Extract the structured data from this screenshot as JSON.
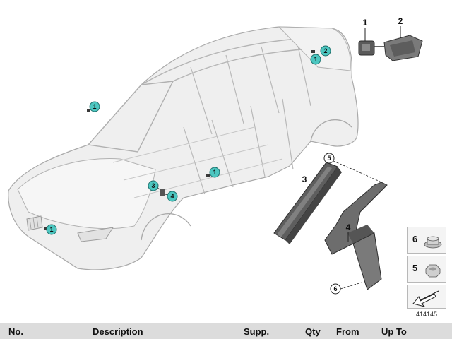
{
  "callouts": {
    "roof_1": "1",
    "roof_2": "2",
    "a_pillar_1": "1",
    "center_1": "1",
    "grille_1": "1",
    "mount_3": "3",
    "mount_4": "4"
  },
  "part_numbers": {
    "p1": "1",
    "p2": "2",
    "p3": "3",
    "p4": "4",
    "p5": "5",
    "p6": "6"
  },
  "legend": {
    "nut_6": "6",
    "nut_5": "5"
  },
  "diagram_id": "414145",
  "table_header": {
    "no": "No.",
    "description": "Description",
    "supp": "Supp.",
    "qty": "Qty",
    "from": "From",
    "up_to": "Up To"
  },
  "colors": {
    "callout_fill": "#4cc6c0",
    "body_fill": "#ececec",
    "body_stroke": "#a8a8a8",
    "header_bg": "#dcdcdc"
  }
}
